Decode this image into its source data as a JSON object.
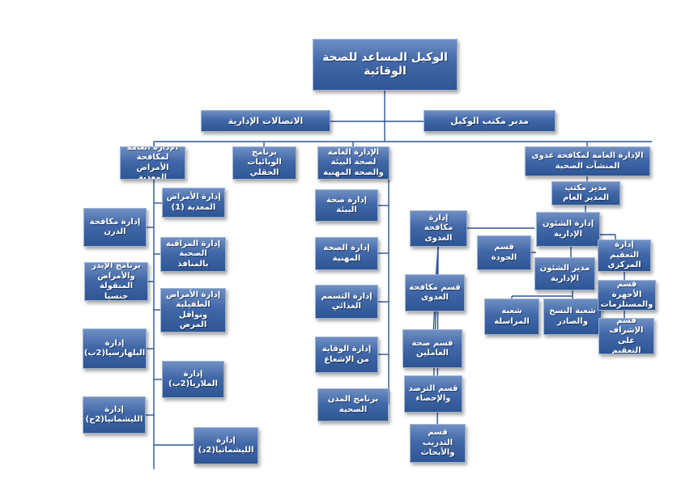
{
  "colors": {
    "box": "#3b62a3",
    "line": "#2f5496"
  },
  "nodes": {
    "top": "الوكيل المساعد للصحة الوقائية",
    "admin_comm": "الاتصالات الإدارية",
    "office_manager": "مدير مكتب الوكيل",
    "infectious": "الإدارة العامة لمكافحة الأمراض المعدية",
    "field": "برنامج الوبائيات الحقلي",
    "env_health": "الإدارة العامة لصحة البيئة والصحة المهنية",
    "infection_ctrl": "الإدارة العامة لمكافحة عدوى المنشآت الصحية",
    "gm_office": "مدير مكتب المدير العام",
    "dept_infectious": "إدارة الأمراض المعدية (1)",
    "tb": "إدارة مكافحة الدرن",
    "surveillance": "إدارة المراقبة الصحية بالمنافذ",
    "aids": "برنامج الإيدز والأمراض المنقولة جنسيا",
    "parasitic": "إدارة الأمراض الطفيلية ونواقل المرض",
    "bilharzia": "إدارة البلهارسيا(2ب)",
    "malaria": "إدارة الملاريا(2ب)",
    "leish_c": "إدارة الليشمانيا(2ج)",
    "leish_d": "إدارة الليشمانيا(2د)",
    "env": "إدارة صحة البيئة",
    "occ": "إدارة الصحة المهنية",
    "food": "إدارة التسمم الغذائي",
    "radiation": "إدارة الوقاية من الإشعاع",
    "healthy_cities": "برنامج المدن الصحية",
    "dept_infection": "إدارة مكافحة العدوى",
    "sec_infection": "قسم مكافحة العدوى",
    "sec_workers": "قسم صحة العاملين",
    "sec_monitor": "قسم الترصد والإحصاء",
    "sec_training": "قسم التدريب والأبحاث",
    "quality": "قسم الجودة",
    "admin_affairs_dept": "إدارة الشئون الإدارية",
    "admin_affairs_mgr": "مدير الشئون الإدارية",
    "correspondence": "شعبة المراسلة",
    "copying": "شعبة النسخ والصادر",
    "central_sterile": "إدارة التعقيم المركزي",
    "devices": "قسم الأجهزة والمستلزمات",
    "supervision": "قسم الإشراف على التعقيم"
  }
}
